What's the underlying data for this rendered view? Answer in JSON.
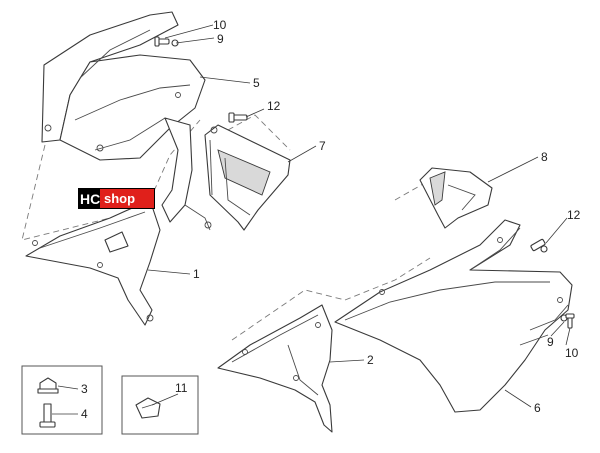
{
  "logo": {
    "brand_left": "HC",
    "brand_right": "shop",
    "colors": {
      "background": "#000000",
      "accent": "#e0201b",
      "text": "#ffffff"
    }
  },
  "callouts": {
    "c1": "1",
    "c2": "2",
    "c3": "3",
    "c4": "4",
    "c5": "5",
    "c6": "6",
    "c7": "7",
    "c8": "8",
    "c9a": "9",
    "c9b": "9",
    "c10a": "10",
    "c10b": "10",
    "c11": "11",
    "c12a": "12",
    "c12b": "12"
  }
}
